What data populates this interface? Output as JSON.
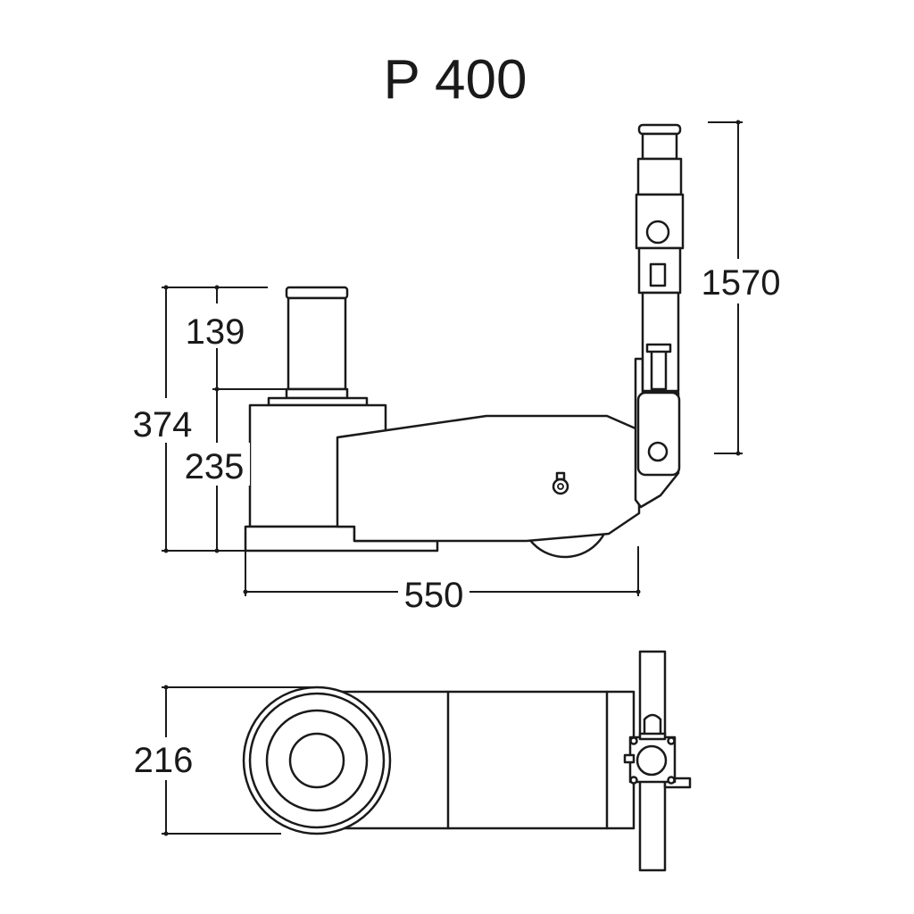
{
  "title": "P 400",
  "dimensions": {
    "saddle_stroke": "139",
    "total_height": "374",
    "min_height": "235",
    "length": "550",
    "handle_height": "1570",
    "width": "216"
  }
}
